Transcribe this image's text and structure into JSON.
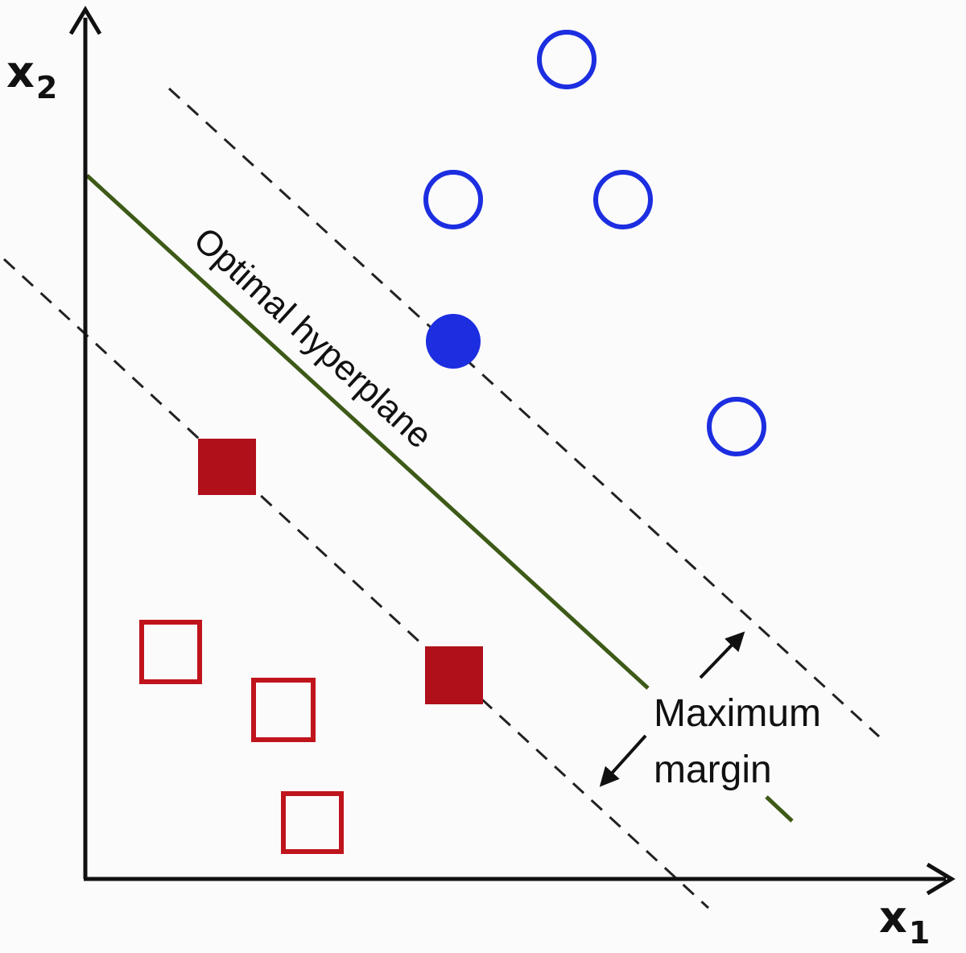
{
  "axes": {
    "x_label": "x",
    "x_subscript": "1",
    "y_label": "x",
    "y_subscript": "2"
  },
  "labels": {
    "hyperplane": "Optimal hyperplane",
    "margin_line1": "Maximum",
    "margin_line2": "margin"
  },
  "classes": {
    "circles": {
      "color": "#1c2ee0",
      "support_vectors": 1,
      "others": 4
    },
    "squares": {
      "color": "#c0141c",
      "support_vectors": 2,
      "others": 3
    }
  },
  "colors": {
    "hyperplane": "#3d5a17",
    "axes": "#111111",
    "margin_lines": "#222222"
  }
}
